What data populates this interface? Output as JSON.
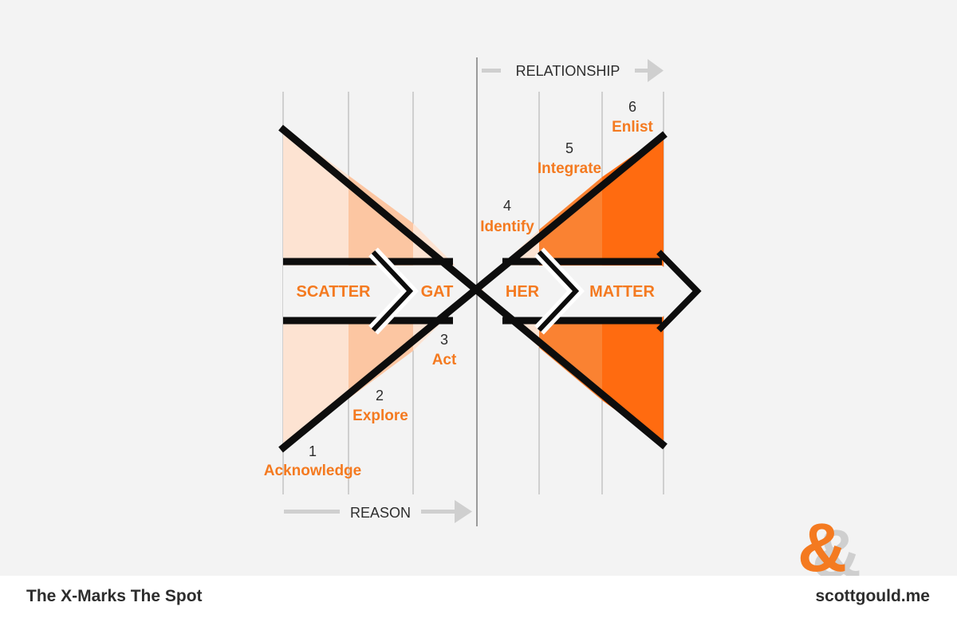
{
  "diagram": {
    "top_label": "RELATIONSHIP",
    "bottom_label": "REASON",
    "arrow_words": [
      "SCATTER",
      "GAT",
      "HER",
      "MATTER"
    ],
    "steps": [
      {
        "number": "1",
        "label": "Acknowledge"
      },
      {
        "number": "2",
        "label": "Explore"
      },
      {
        "number": "3",
        "label": "Act"
      },
      {
        "number": "4",
        "label": "Identify"
      },
      {
        "number": "5",
        "label": "Integrate"
      },
      {
        "number": "6",
        "label": "Enlist"
      }
    ]
  },
  "colors": {
    "accent": "#f47a20",
    "fill_light": "#fde3d2",
    "fill_mid": "#fcc6a2",
    "fill_orange": "#fa8232",
    "fill_dark": "#ff6b10",
    "line": "#0d0d0d",
    "grid": "#cfcfcf",
    "text_dark": "#2d2d2d"
  },
  "footer": {
    "title": "The X-Marks The Spot",
    "url": "scottgould.me"
  },
  "logo": {
    "glyph": "&"
  }
}
